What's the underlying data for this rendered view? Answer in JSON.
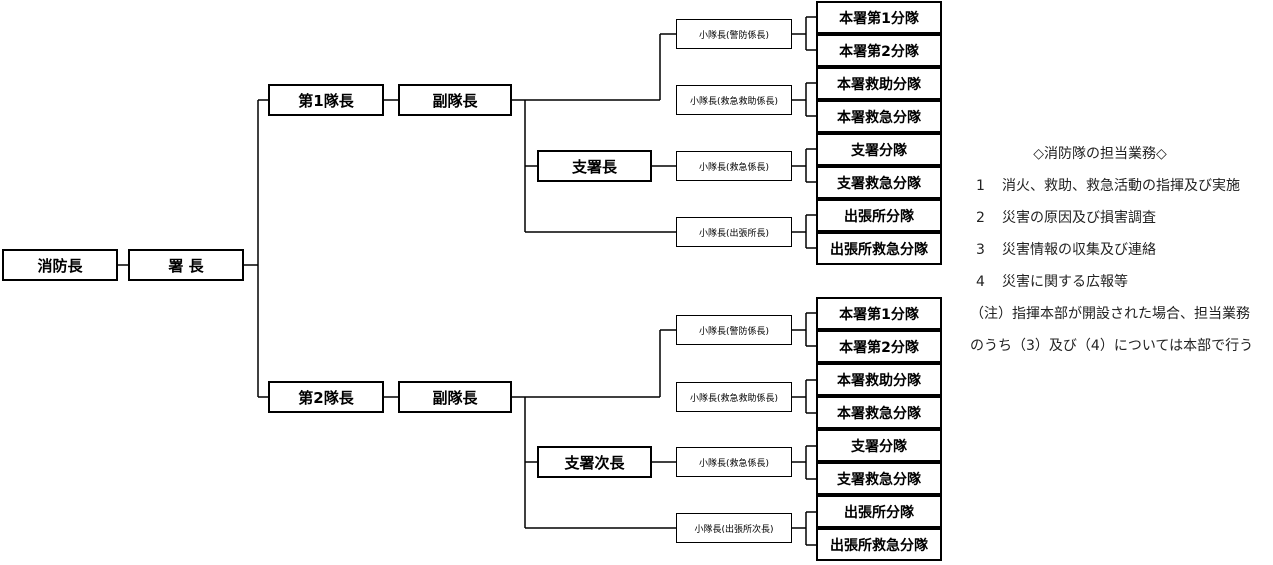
{
  "org": {
    "root": "消防長",
    "chief": "署 長",
    "group1": {
      "leader": "第1隊長",
      "deputy": "副隊長",
      "branch": "支署長",
      "squads": [
        {
          "lead": "小隊長(警防係長)",
          "units": [
            "本署第1分隊",
            "本署第2分隊"
          ]
        },
        {
          "lead": "小隊長(救急救助係長)",
          "units": [
            "本署救助分隊",
            "本署救急分隊"
          ]
        },
        {
          "lead": "小隊長(救急係長)",
          "units": [
            "支署分隊",
            "支署救急分隊"
          ]
        },
        {
          "lead": "小隊長(出張所長)",
          "units": [
            "出張所分隊",
            "出張所救急分隊"
          ]
        }
      ]
    },
    "group2": {
      "leader": "第2隊長",
      "deputy": "副隊長",
      "branch": "支署次長",
      "squads": [
        {
          "lead": "小隊長(警防係長)",
          "units": [
            "本署第1分隊",
            "本署第2分隊"
          ]
        },
        {
          "lead": "小隊長(救急救助係長)",
          "units": [
            "本署救助分隊",
            "本署救急分隊"
          ]
        },
        {
          "lead": "小隊長(救急係長)",
          "units": [
            "支署分隊",
            "支署救急分隊"
          ]
        },
        {
          "lead": "小隊長(出張所次長)",
          "units": [
            "出張所分隊",
            "出張所救急分隊"
          ]
        }
      ]
    }
  },
  "notes": {
    "title": "◇消防隊の担当業務◇",
    "items": [
      {
        "num": "1",
        "text": "消火、救助、救急活動の指揮及び実施"
      },
      {
        "num": "2",
        "text": "災害の原因及び損害調査"
      },
      {
        "num": "3",
        "text": "災害情報の収集及び連絡"
      },
      {
        "num": "4",
        "text": "災害に関する広報等"
      }
    ],
    "note_line1": "（注）指揮本部が開設された場合、担当業務",
    "note_line2": "のうち（3）及び（4）については本部で行う"
  }
}
